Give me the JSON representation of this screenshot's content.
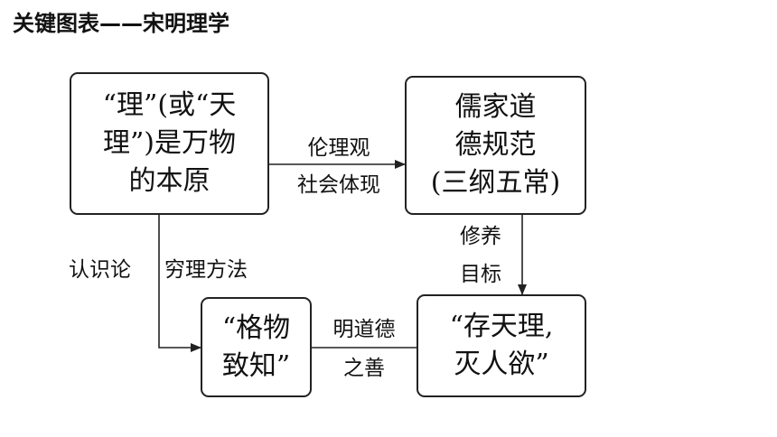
{
  "title": "关键图表——宋明理学",
  "nodes": {
    "origin": {
      "lines": [
        "“理”(或“天",
        "理”)是万物",
        "的本原"
      ]
    },
    "ethics": {
      "lines": [
        "儒家道",
        "德规范",
        "(三纲五常)"
      ]
    },
    "gewu": {
      "lines": [
        "“格物",
        "致知”"
      ]
    },
    "cun": {
      "lines": [
        "“存天理,",
        "灭人欲”"
      ]
    }
  },
  "edges": {
    "origin_to_ethics": {
      "lines": [
        "伦理观",
        "社会体现"
      ]
    },
    "origin_to_gewu_left": {
      "text": "认识论"
    },
    "origin_to_gewu_right": {
      "text": "穷理方法"
    },
    "ethics_to_cun": {
      "lines": [
        "修养",
        "目标"
      ]
    },
    "gewu_to_cun": {
      "lines": [
        "明道德",
        "之善"
      ]
    }
  }
}
